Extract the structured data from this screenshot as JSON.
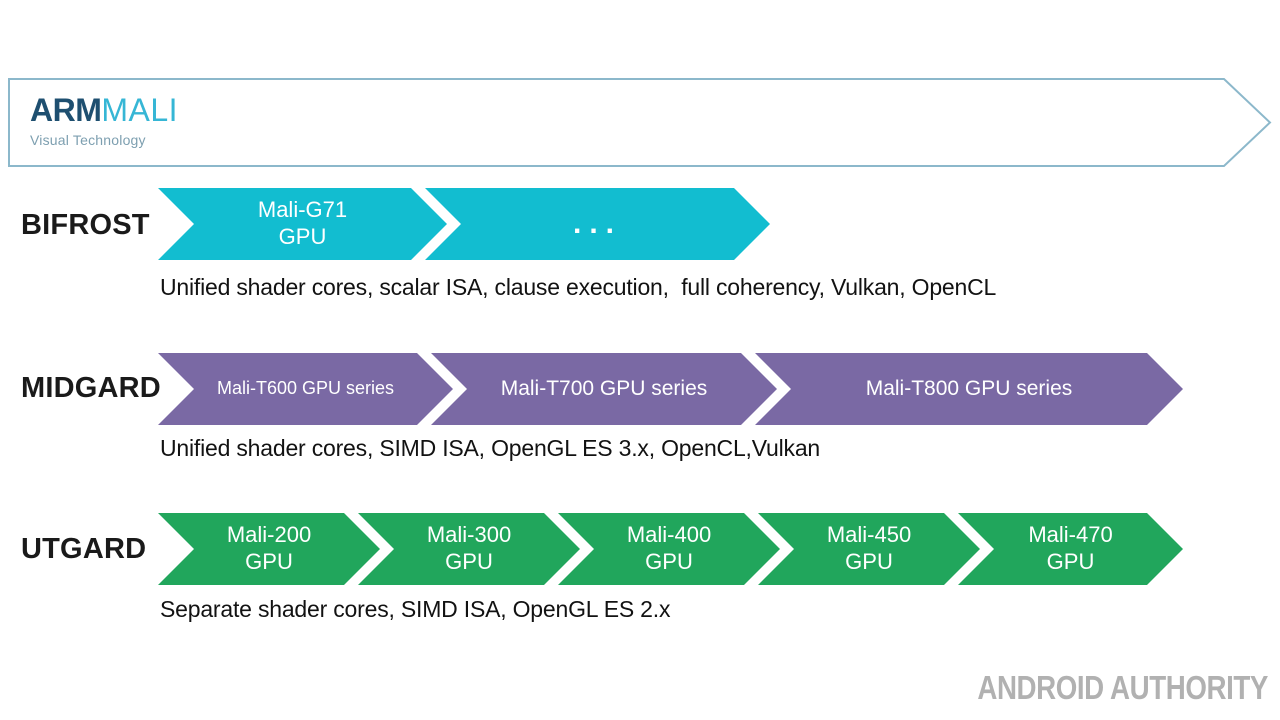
{
  "banner": {
    "brand_bold": "ARM",
    "brand_light": "MALI",
    "tagline": "Visual Technology",
    "border_color": "#8cb8cb",
    "brand_bold_color": "#1e4f70",
    "brand_light_color": "#36b6d5",
    "tagline_color": "#7d9fb0"
  },
  "rows": [
    {
      "label": "BIFROST",
      "color": "#12bdd0",
      "caption": "Unified shader cores, scalar ISA, clause execution,  full coherency, Vulkan, OpenCL",
      "segments": [
        {
          "line1": "Mali-G71",
          "line2": "GPU"
        },
        {
          "line1": "..."
        }
      ]
    },
    {
      "label": "MIDGARD",
      "color": "#7a69a4",
      "caption": "Unified shader cores, SIMD ISA, OpenGL ES 3.x, OpenCL,Vulkan",
      "segments": [
        {
          "line1": "Mali-T600 GPU series"
        },
        {
          "line1": "Mali-T700 GPU series"
        },
        {
          "line1": "Mali-T800 GPU series"
        }
      ]
    },
    {
      "label": "UTGARD",
      "color": "#21a65c",
      "caption": "Separate shader cores, SIMD ISA, OpenGL ES 2.x",
      "segments": [
        {
          "line1": "Mali-200",
          "line2": "GPU"
        },
        {
          "line1": "Mali-300",
          "line2": "GPU"
        },
        {
          "line1": "Mali-400",
          "line2": "GPU"
        },
        {
          "line1": "Mali-450",
          "line2": "GPU"
        },
        {
          "line1": "Mali-470",
          "line2": "GPU"
        }
      ]
    }
  ],
  "watermark": {
    "text": "ANDROID AUTHORITY",
    "color": "#b1b1b1"
  }
}
